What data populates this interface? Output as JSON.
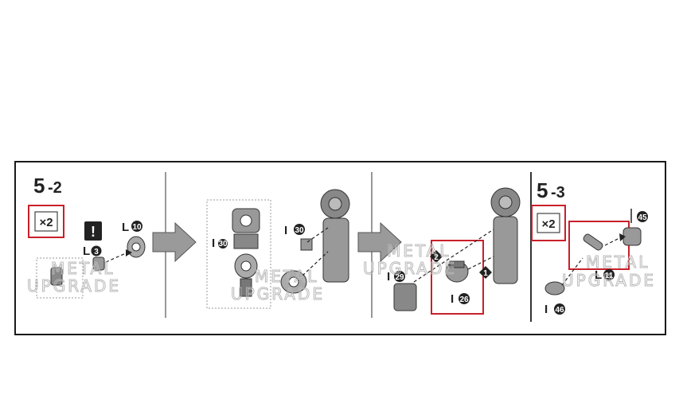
{
  "steps": [
    {
      "number": "5",
      "sub": "-2"
    },
    {
      "number": "5",
      "sub": "-3"
    }
  ],
  "multiplier": "×2",
  "caution_mark": "!",
  "part_labels": {
    "l3_letter": "L",
    "l3_num": "3",
    "l10_letter": "L",
    "l10_num": "10",
    "i30a_letter": "I",
    "i30a_num": "30",
    "i30b_letter": "I",
    "i30b_num": "30",
    "i29_letter": "I",
    "i29_num": "29",
    "i26_letter": "I",
    "i26_num": "26",
    "l11_letter": "L",
    "l11_num": "11",
    "n45_num": "45",
    "i46_letter": "I",
    "i46_num": "46"
  },
  "order_badges": [
    "2",
    "1"
  ],
  "watermark": {
    "line1": "METAL",
    "line2": "UPGRADE"
  },
  "colors": {
    "highlight": "#c8202a",
    "ink": "#222222",
    "part_fill": "#8a8a8a",
    "arrow_fill": "#9a9a9a"
  }
}
